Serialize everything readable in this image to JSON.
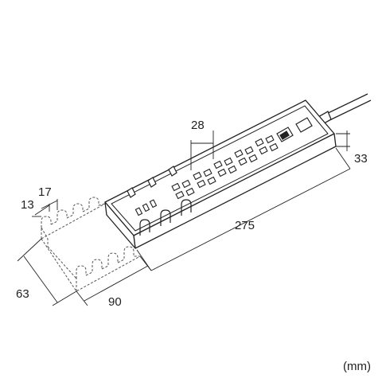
{
  "dimensions": {
    "width_27 5": "275",
    "length": "275",
    "depth": "90",
    "height": "33",
    "outlet_pitch": "28",
    "tray_height": "63",
    "slot_width": "13",
    "slot_pitch": "17"
  },
  "unit_label": "(mm)",
  "colors": {
    "line": "#222222",
    "dash": "#555555",
    "background": "#ffffff"
  }
}
